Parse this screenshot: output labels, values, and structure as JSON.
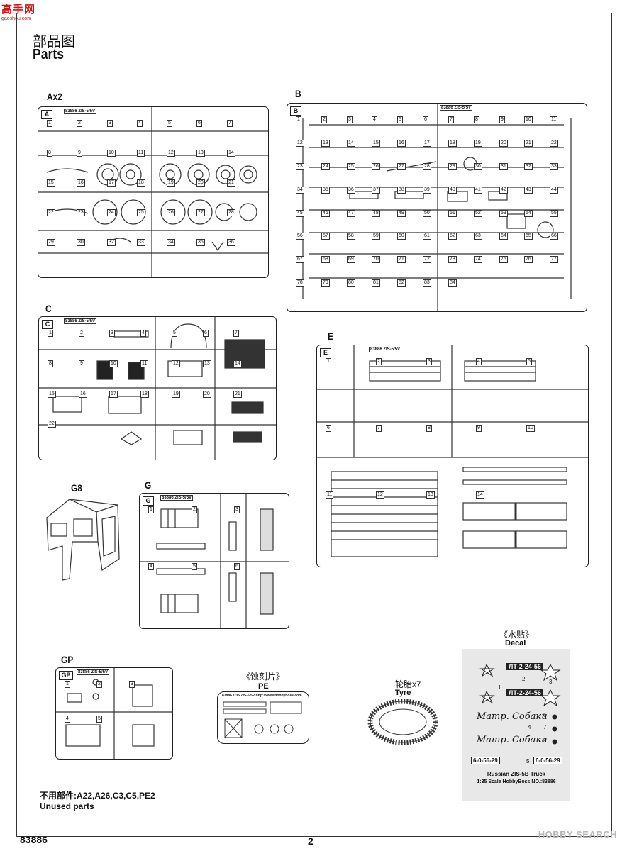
{
  "watermark": {
    "title": "高手网",
    "site": "gaoshou.com"
  },
  "page": {
    "title_cn": "部品图",
    "title_en": "Parts"
  },
  "sprues": {
    "A": {
      "label": "Ax2",
      "tag": "A",
      "parts": [
        "1",
        "2",
        "3",
        "4",
        "5",
        "6",
        "7",
        "8",
        "9",
        "10",
        "11",
        "12",
        "13",
        "14",
        "15",
        "16",
        "17",
        "18",
        "19",
        "20",
        "21",
        "22",
        "23",
        "24",
        "25",
        "26",
        "27",
        "28",
        "29",
        "30",
        "32",
        "33",
        "34",
        "35",
        "36"
      ]
    },
    "B": {
      "label": "B",
      "tag": "B",
      "parts": [
        "1",
        "2",
        "3",
        "4",
        "5",
        "6",
        "7",
        "8",
        "9",
        "10",
        "11",
        "12",
        "13",
        "14",
        "15",
        "16",
        "17",
        "18",
        "19",
        "20",
        "21",
        "22",
        "23",
        "24",
        "25",
        "26",
        "27",
        "28",
        "29",
        "30",
        "31",
        "32",
        "33",
        "34",
        "35",
        "36",
        "37",
        "38",
        "39",
        "40",
        "41",
        "42",
        "43",
        "44",
        "45",
        "46",
        "47",
        "48",
        "49",
        "50",
        "51",
        "52",
        "53",
        "54",
        "55",
        "56",
        "57",
        "58",
        "59",
        "60",
        "61",
        "62",
        "63",
        "64",
        "65",
        "66",
        "67",
        "68",
        "69",
        "70",
        "71",
        "72",
        "73",
        "74",
        "75",
        "76",
        "77",
        "78",
        "79",
        "80",
        "81",
        "82",
        "83",
        "84"
      ]
    },
    "C": {
      "label": "C",
      "tag": "C",
      "parts": [
        "1",
        "2",
        "3",
        "4",
        "5",
        "6",
        "7",
        "8",
        "9",
        "10",
        "11",
        "12",
        "13",
        "14",
        "15",
        "16",
        "17",
        "18",
        "19",
        "20",
        "21",
        "22"
      ]
    },
    "E": {
      "label": "E",
      "tag": "E",
      "parts": [
        "1",
        "2",
        "3",
        "4",
        "5",
        "6",
        "7",
        "8",
        "9",
        "10",
        "11",
        "12",
        "13",
        "14"
      ]
    },
    "G": {
      "label": "G",
      "tag": "G",
      "parts": [
        "1",
        "2",
        "3",
        "4",
        "5",
        "6"
      ]
    },
    "G8": {
      "label": "G8"
    },
    "GP": {
      "label": "GP",
      "tag": "GP",
      "parts": [
        "1",
        "2",
        "3",
        "4",
        "5"
      ]
    },
    "code": "83886 ZIS-5/5V"
  },
  "pe": {
    "label_cn": "《蚀刻片》",
    "label_en": "PE",
    "header": "83886  1/35 ZIS-5/5V  http://www.hobbyboss.com"
  },
  "tyre": {
    "label_cn": "轮胎x7",
    "label_en": "Tyre"
  },
  "decal": {
    "label_cn": "《水贴》",
    "label_en": "Decal",
    "plates": [
      "ЛТ-2-24-56",
      "ЛТ-2-24-56"
    ],
    "script_text": "Матр. Собаки",
    "numbers": [
      "1",
      "2",
      "3",
      "4",
      "5",
      "6",
      "7",
      "8"
    ],
    "serials": [
      "6-0-56-29",
      "6-0-56-29"
    ],
    "caption_1": "Russian ZIS-5B Truck",
    "caption_2": "1:35  Scale   HobbyBoss  NO.:83886"
  },
  "unused": {
    "cn": "不用部件:A22,A26,C3,C5,PE2",
    "en": "Unused parts"
  },
  "footer": {
    "kit_no": "83886",
    "page_no": "2",
    "search": "HOBBY SEARCH"
  }
}
